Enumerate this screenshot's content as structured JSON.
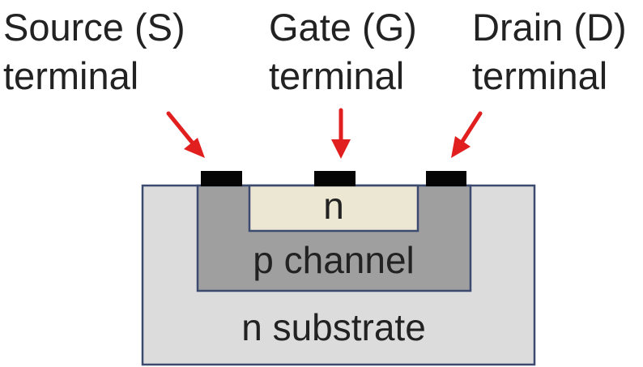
{
  "terminals": {
    "source": {
      "line1": "Source (S)",
      "line2": "terminal"
    },
    "gate": {
      "line1": "Gate (G)",
      "line2": "terminal"
    },
    "drain": {
      "line1": "Drain (D)",
      "line2": "terminal"
    }
  },
  "regions": {
    "n_region": "n",
    "p_channel": "p channel",
    "n_substrate": "n substrate"
  },
  "colors": {
    "arrow": "#e11f1f",
    "contact": "#050505",
    "substrate_fill": "#dcdcdd",
    "channel_fill": "#9f9fa0",
    "n_region_fill": "#ece7d2",
    "outline": "#3b4a6e"
  }
}
